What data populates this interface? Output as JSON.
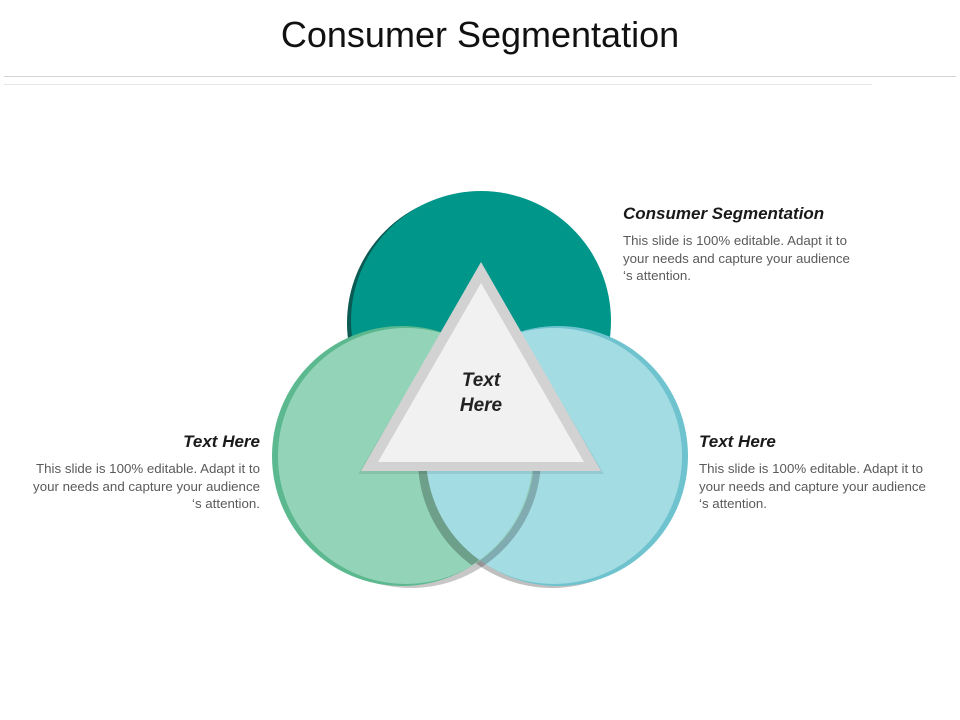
{
  "title": "Consumer Segmentation",
  "colors": {
    "top_circle": "#00968a",
    "top_circle_shadow": "#0b5a53",
    "left_circle": "#93d4b8",
    "left_circle_rim": "#5bb88f",
    "right_circle": "#a3dce3",
    "right_circle_rim": "#6ec3cf",
    "triangle_fill": "#f1f1f1",
    "triangle_border": "#d2d2d2"
  },
  "center": {
    "line1": "Text",
    "line2": "Here"
  },
  "callouts": {
    "top": {
      "heading": "Consumer Segmentation",
      "body": "This slide is 100% editable. Adapt it to your needs and capture your audience ‘s attention."
    },
    "left": {
      "heading": "Text Here",
      "body": "This slide is 100% editable. Adapt it to your needs and capture your audience ‘s attention."
    },
    "right": {
      "heading": "Text Here",
      "body": "This slide is 100% editable. Adapt it to your needs and capture your audience ‘s attention."
    }
  }
}
